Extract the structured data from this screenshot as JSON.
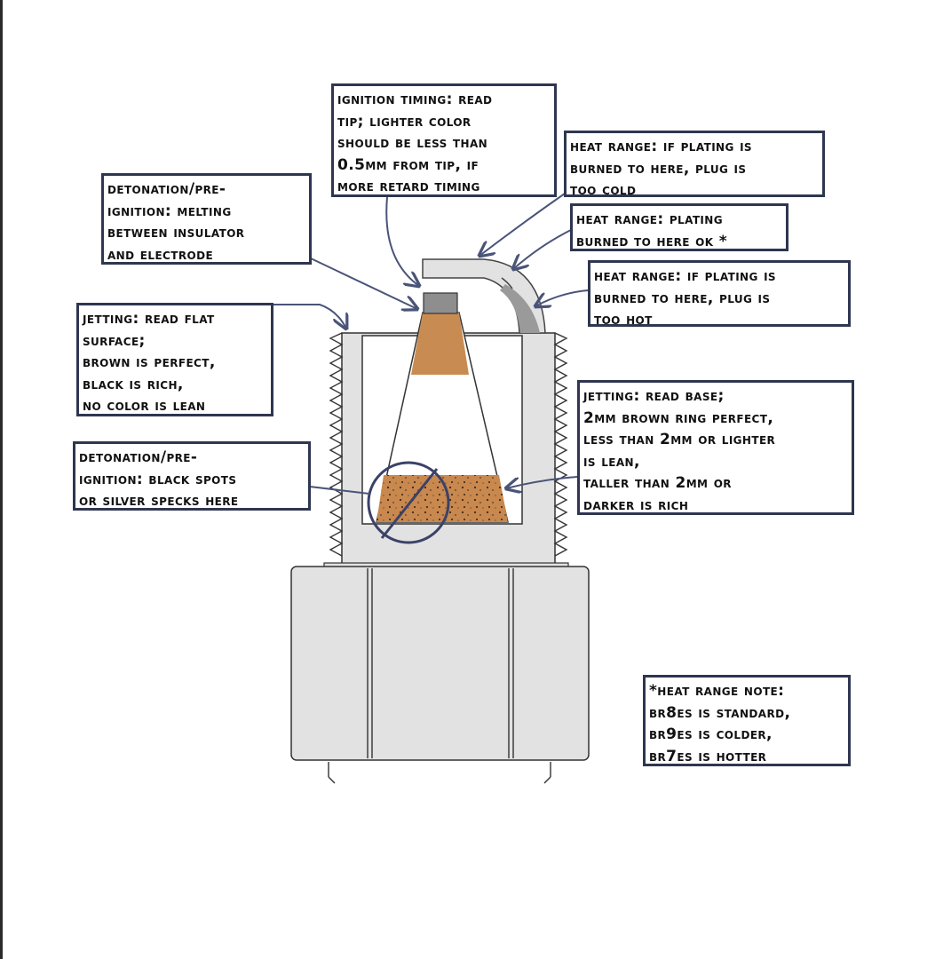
{
  "labels": {
    "ignition_timing": [
      "IGNITION TIMING: READ",
      "TIP; LIGHTER COLOR",
      "SHOULD BE LESS THAN",
      "0.5MM FROM TIP, IF",
      "MORE RETARD TIMING"
    ],
    "heat_cold": [
      "HEAT RANGE: IF PLATING IS",
      "BURNED TO HERE, PLUG IS",
      "TOO COLD"
    ],
    "heat_ok": [
      "HEAT RANGE: PLATING",
      "BURNED TO HERE OK *"
    ],
    "heat_hot": [
      "HEAT RANGE: IF PLATING IS",
      "BURNED TO HERE, PLUG IS",
      "TOO HOT"
    ],
    "detonation_melting": [
      "DETONATION/PRE-",
      "IGNITION: MELTING",
      "BETWEEN INSULATOR",
      "AND ELECTRODE"
    ],
    "jetting_flat": [
      "JETTING: READ FLAT",
      "SURFACE;",
      "BROWN IS PERFECT,",
      "BLACK IS RICH,",
      "NO COLOR IS LEAN"
    ],
    "jetting_base": [
      "JETTING: READ BASE;",
      "2MM BROWN RING PERFECT,",
      "LESS THAN 2MM OR LIGHTER",
      "IS LEAN,",
      "TALLER THAN 2MM OR",
      "DARKER IS RICH"
    ],
    "detonation_spots": [
      "DETONATION/PRE-",
      "IGNITION: BLACK SPOTS",
      "OR SILVER SPECKS HERE"
    ],
    "heat_note": [
      "*HEAT RANGE NOTE:",
      "BR8ES IS STANDARD,",
      "BR9ES IS COLDER,",
      "BR7ES IS HOTTER"
    ]
  },
  "colors": {
    "frame": "#2f3650",
    "plug_body": "#e2e2e2",
    "insulator_deposit": "#c88c52",
    "electrode_tip": "#8e8e8e",
    "arrow": "#4a5478"
  }
}
